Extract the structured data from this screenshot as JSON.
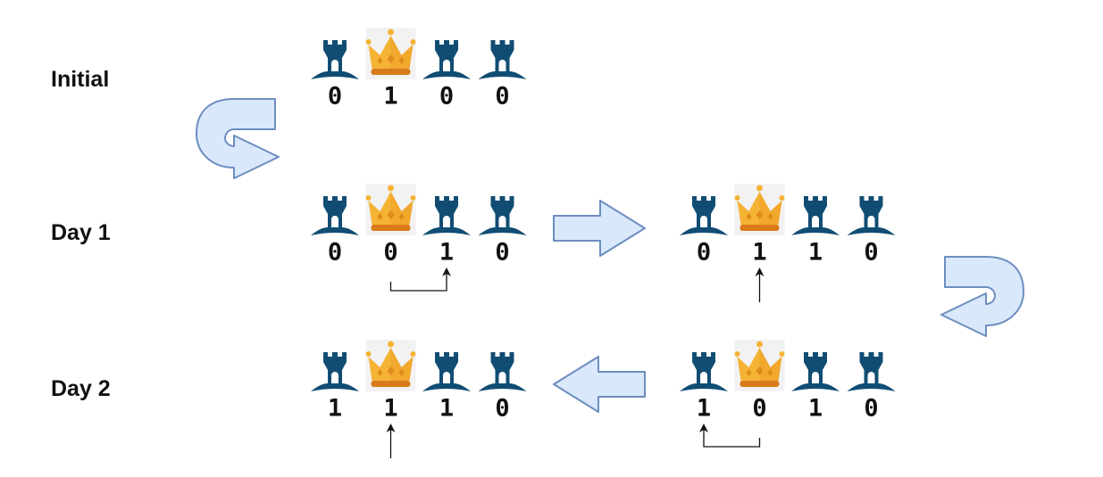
{
  "rows": {
    "initial": {
      "label": "Initial"
    },
    "day1": {
      "label": "Day 1"
    },
    "day2": {
      "label": "Day 2"
    }
  },
  "icons": {
    "building": "castle-tower-icon",
    "leader": "crown-icon"
  },
  "colors": {
    "tower": "#114d73",
    "crown_gold": "#f5b335",
    "crown_band": "#d97b1a",
    "crown_gem": "#e08a1e",
    "crown_bg": "#f2f2f2",
    "arrow_fill": "#dae8fc",
    "arrow_stroke": "#6c8ebf",
    "pointer": "#111111",
    "text": "#111111"
  },
  "states": [
    {
      "name": "initial",
      "bits": [
        "0",
        "1",
        "0",
        "0"
      ]
    },
    {
      "name": "day1-step-a",
      "bits": [
        "0",
        "0",
        "1",
        "0"
      ],
      "pointer": "elbow-right",
      "pointer_from": 1,
      "pointer_to": 2
    },
    {
      "name": "day1-step-b",
      "bits": [
        "0",
        "1",
        "1",
        "0"
      ],
      "pointer": "up",
      "pointer_at": 1
    },
    {
      "name": "day2-step-a",
      "bits": [
        "1",
        "0",
        "1",
        "0"
      ],
      "pointer": "elbow-left",
      "pointer_from": 1,
      "pointer_to": 0
    },
    {
      "name": "day2-step-b",
      "bits": [
        "1",
        "1",
        "1",
        "0"
      ],
      "pointer": "up",
      "pointer_at": 1
    }
  ],
  "flow": [
    "initial",
    "day1-step-a",
    "day1-step-b",
    "day2-step-a",
    "day2-step-b"
  ]
}
